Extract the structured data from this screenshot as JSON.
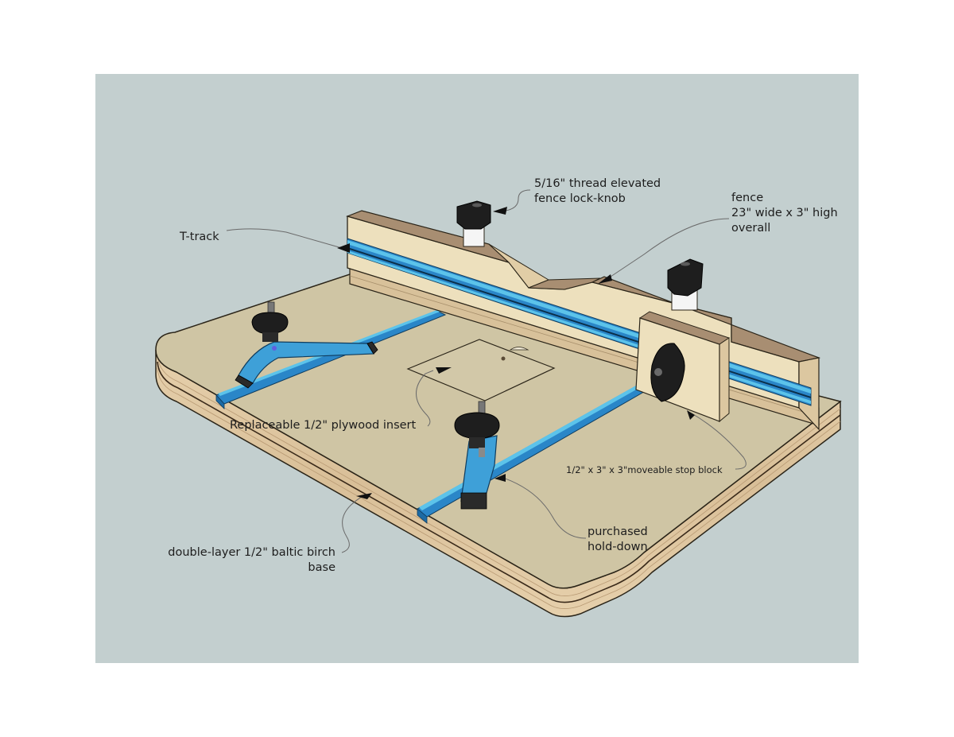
{
  "diagram": {
    "subject": "Router table with fence, T-tracks, hold-downs and stop block",
    "background_color": "#c3cfcf",
    "colors": {
      "plywood_top": "#cfc5a4",
      "plywood_edge": "#e2caa6",
      "fence_face": "#ede0bd",
      "fence_top": "#a88e72",
      "t_track_blue": "#2a86c8",
      "t_track_light": "#5cc3ea",
      "knob_black": "#1e1e1e",
      "spacer_white": "#f5f5f5"
    }
  },
  "labels": {
    "lock_knob": {
      "line1": "5/16\" thread elevated",
      "line2": "fence lock-knob"
    },
    "fence": {
      "line1": "fence",
      "line2": "23\" wide x 3\" high",
      "line3": "overall"
    },
    "t_track": {
      "text": "T-track"
    },
    "insert": {
      "text": "Replaceable 1/2\" plywood insert"
    },
    "stop_block": {
      "text": "1/2\" x 3\" x 3\"moveable stop block"
    },
    "hold_down": {
      "line1": "purchased",
      "line2": "hold-down"
    },
    "base": {
      "line1": "double-layer 1/2\" baltic birch",
      "line2": "base"
    }
  }
}
